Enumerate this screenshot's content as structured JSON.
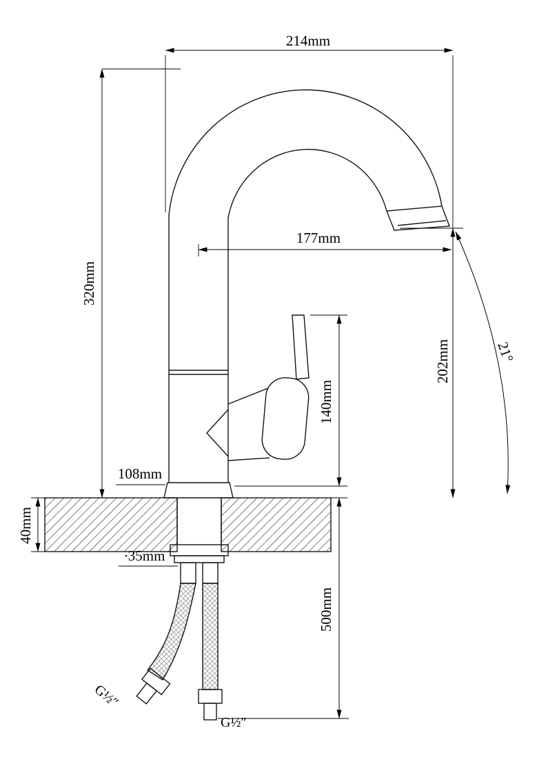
{
  "page": {
    "background": "#ffffff",
    "line_color": "#000000"
  },
  "labels": {
    "top_width": "214mm",
    "total_height": "320mm",
    "spout_reach": "177mm",
    "spout_outlet_height": "202mm",
    "spout_angle": "21°",
    "body_height": "140mm",
    "base_width": "108mm",
    "deck_thickness": "40mm",
    "hole_diameter": "∙35mm",
    "hose_length": "500mm",
    "hose_thread_left": "G½″",
    "hose_thread_right": "G½″"
  }
}
